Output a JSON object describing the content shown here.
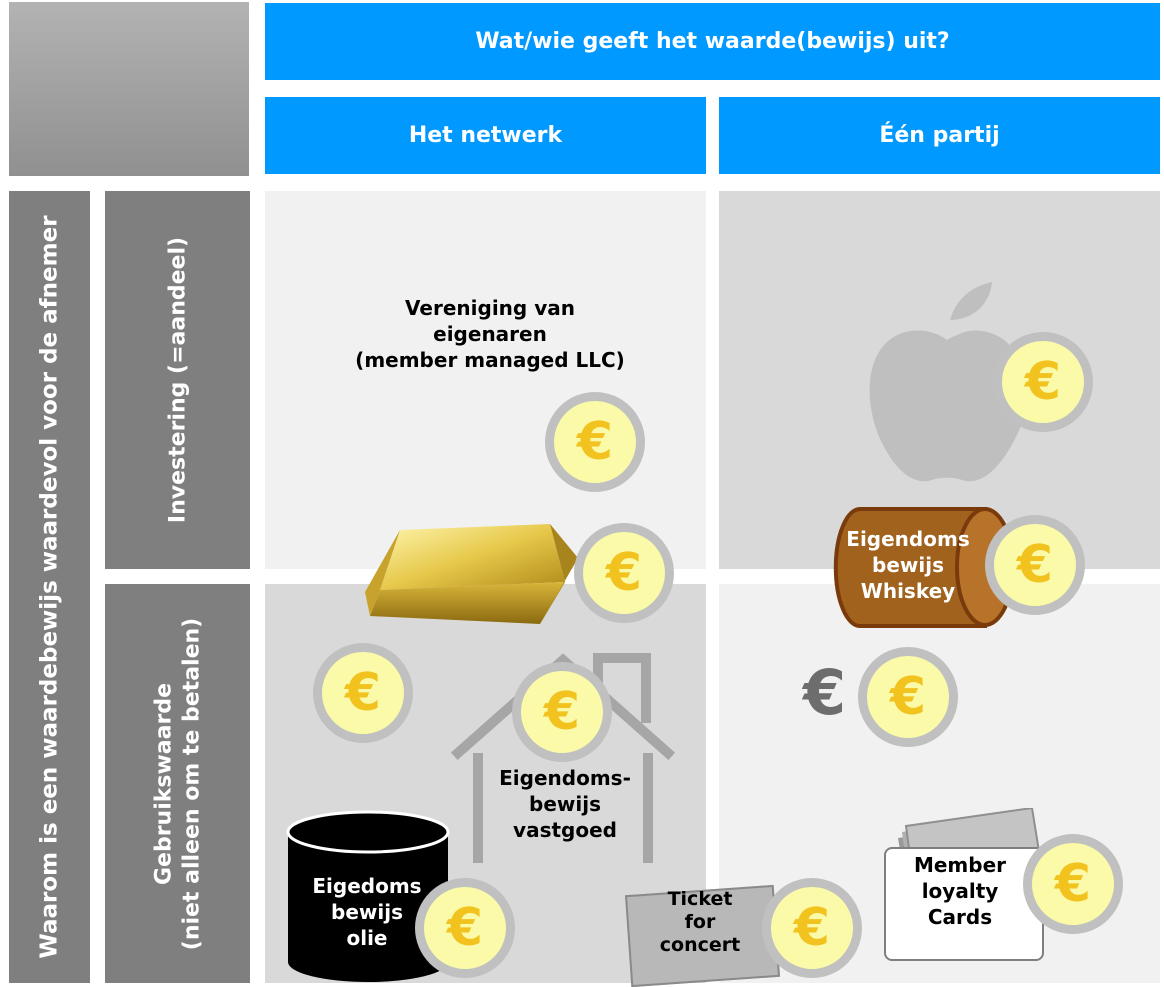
{
  "header": {
    "top": "Wat/wie geeft het waarde(bewijs) uit?",
    "col1": "Het netwerk",
    "col2": "Één partij"
  },
  "rows": {
    "outer": "Waarom is een waardebewijs waardevol voor de afnemer",
    "row1": "Investering (=aandeel)",
    "row2_line1": "Gebruikswaarde",
    "row2_line2": "(niet alleen om te betalen)"
  },
  "cells": {
    "llc_line1": "Vereniging van",
    "llc_line2": "eigenaren",
    "llc_line3": "(member managed LLC)",
    "whiskey_line1": "Eigendoms",
    "whiskey_line2": "bewijs",
    "whiskey_line3": "Whiskey",
    "vastgoed_line1": "Eigendoms-",
    "vastgoed_line2": "bewijs",
    "vastgoed_line3": "vastgoed",
    "olie_line1": "Eigedoms",
    "olie_line2": "bewijs",
    "olie_line3": "olie",
    "ticket_line1": "Ticket",
    "ticket_line2": "for",
    "ticket_line3": "concert",
    "member_line1": "Member",
    "member_line2": "loyalty",
    "member_line3": "Cards"
  },
  "symbols": {
    "euro": "€"
  },
  "icons": [
    "euro-coin-icon",
    "gold-bar-icon",
    "apple-logo-icon",
    "whiskey-barrel-icon",
    "house-icon",
    "oil-barrel-icon",
    "ticket-icon",
    "cards-icon",
    "euro-symbol-icon"
  ],
  "colors": {
    "header_blue": "#0099ff",
    "row_label_gray": "#7f7f7f",
    "cell_light": "#f1f1f1",
    "cell_dark": "#d9d9d9",
    "coin_fill": "#fafaa8",
    "coin_rim": "#c0c0c0",
    "euro_gold": "#f2c21f",
    "barrel_brown": "#a0621c"
  }
}
